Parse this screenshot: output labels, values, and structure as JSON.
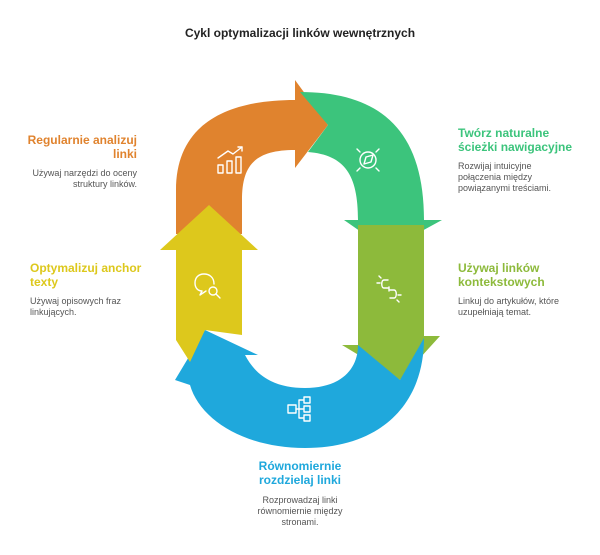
{
  "title": "Cykl optymalizacji linków wewnętrznych",
  "colors": {
    "orange": "#E0832E",
    "green": "#3CC47C",
    "olive": "#8DBA3B",
    "blue": "#1FA8DC",
    "yellow": "#DDC81C"
  },
  "steps": [
    {
      "title_line1": "Regularnie analizuj",
      "title_line2": "linki",
      "desc_line1": "Używaj narzędzi do oceny",
      "desc_line2": "struktury linków.",
      "color": "#E0832E",
      "icon": "bar-chart-trend-icon"
    },
    {
      "title_line1": "Twórz naturalne",
      "title_line2": "ścieżki nawigacyjne",
      "desc_line1": "Rozwijaj intuicyjne",
      "desc_line2": "połączenia między",
      "desc_line3": "powiązanymi treściami.",
      "color": "#3CC47C",
      "icon": "compass-icon"
    },
    {
      "title_line1": "Używaj linków",
      "title_line2": "kontekstowych",
      "desc_line1": "Linkuj do artykułów, które",
      "desc_line2": "uzupełniają temat.",
      "color": "#8DBA3B",
      "icon": "link-icon"
    },
    {
      "title_line1": "Równomiernie",
      "title_line2": "rozdzielaj linki",
      "desc_line1": "Rozprowadzaj linki",
      "desc_line2": "równomiernie między",
      "desc_line3": "stronami.",
      "color": "#1FA8DC",
      "icon": "distribution-icon"
    },
    {
      "title_line1": "Optymalizuj anchor",
      "title_line2": "texty",
      "desc_line1": "Używaj opisowych fraz",
      "desc_line2": "linkujących.",
      "color": "#DDC81C",
      "icon": "search-chat-icon"
    }
  ]
}
